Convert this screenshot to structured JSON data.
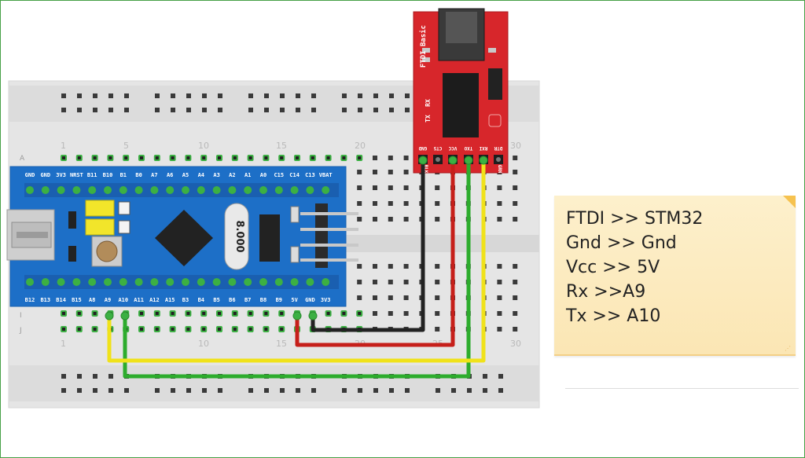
{
  "breadboard": {
    "column_numbers": [
      "1",
      "5",
      "10",
      "15",
      "20",
      "25",
      "30"
    ],
    "row_letters_top": [
      "A"
    ],
    "row_letters_bottom": [
      "I",
      "J"
    ]
  },
  "stm32": {
    "top_pins": [
      "GND",
      "GND",
      "3V3",
      "NRST",
      "B11",
      "B10",
      "B1",
      "B0",
      "A7",
      "A6",
      "A5",
      "A4",
      "A3",
      "A2",
      "A1",
      "A0",
      "C15",
      "C14",
      "C13",
      "VBAT"
    ],
    "bottom_pins": [
      "B12",
      "B13",
      "B14",
      "B15",
      "A8",
      "A9",
      "A10",
      "A11",
      "A12",
      "A15",
      "B3",
      "B4",
      "B5",
      "B6",
      "B7",
      "B8",
      "B9",
      "5V",
      "GND",
      "3V3"
    ],
    "crystal_label": "8.000"
  },
  "ftdi": {
    "title": "FTDI Basic",
    "led_labels": [
      "TX",
      "RX"
    ],
    "pins": [
      "GND",
      "CTS",
      "VCC",
      "TXO",
      "RXI",
      "DTR"
    ],
    "jumper_labels": [
      "BLK",
      "GRN"
    ],
    "color": "#d7262b"
  },
  "wires": [
    {
      "from": "GND",
      "to": "GND",
      "color": "#222222"
    },
    {
      "from": "VCC",
      "to": "5V",
      "color": "#c61f1a"
    },
    {
      "from": "TXO",
      "to": "A10",
      "color": "#2dac2d"
    },
    {
      "from": "RXI",
      "to": "A9",
      "color": "#f0e21a"
    }
  ],
  "note": {
    "lines": [
      "FTDI >> STM32",
      "Gnd >> Gnd",
      "Vcc >> 5V",
      "Rx >>A9",
      "Tx >> A10"
    ]
  }
}
